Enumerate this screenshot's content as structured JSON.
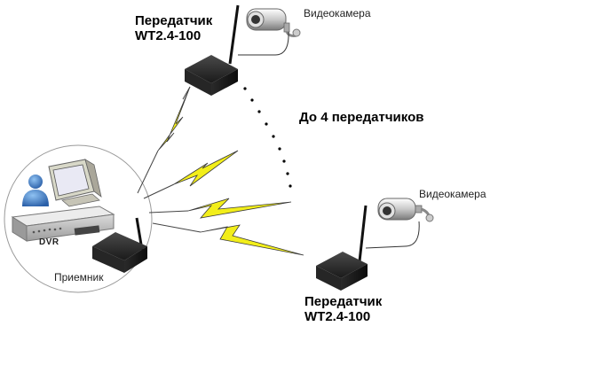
{
  "diagram": {
    "transmitter_top": {
      "line1": "Передатчик",
      "line2": "WT2.4-100"
    },
    "transmitter_bottom": {
      "line1": "Передатчик",
      "line2": "WT2.4-100"
    },
    "camera_top_label": "Видеокамера",
    "camera_bottom_label": "Видеокамера",
    "max_transmitters_label": "До 4 передатчиков",
    "dvr_label": "DVR",
    "receiver_label": "Приемник"
  },
  "colors": {
    "lightning_fill": "#f2ee1a",
    "lightning_stroke": "#3a3a3a",
    "box_dark": "#1b1b1b",
    "circle": "#9a9a9a"
  }
}
